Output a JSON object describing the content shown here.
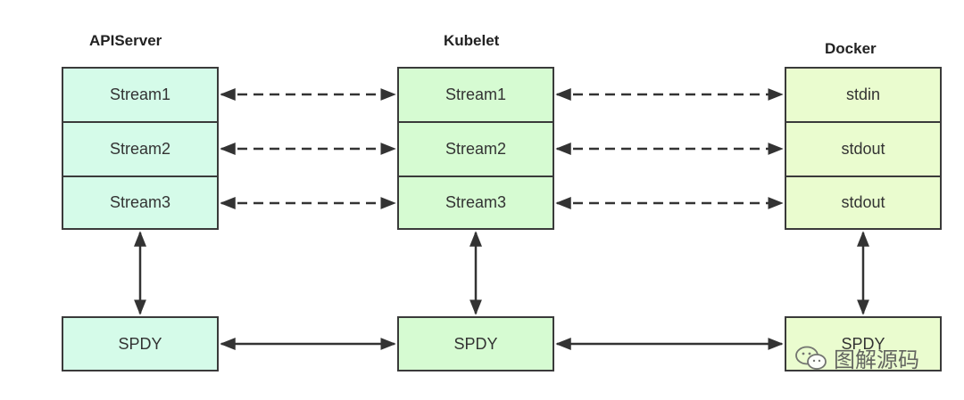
{
  "columns": [
    {
      "title": "APIServer",
      "streams": [
        "Stream1",
        "Stream2",
        "Stream3"
      ],
      "protocol": "SPDY",
      "color": "#d5fbe9"
    },
    {
      "title": "Kubelet",
      "streams": [
        "Stream1",
        "Stream2",
        "Stream3"
      ],
      "protocol": "SPDY",
      "color": "#d6fbd2"
    },
    {
      "title": "Docker",
      "streams": [
        "stdin",
        "stdout",
        "stdout"
      ],
      "protocol": "SPDY",
      "color": "#eafccf"
    }
  ],
  "watermark": {
    "text": "图解源码",
    "icon": "wechat-icon"
  }
}
